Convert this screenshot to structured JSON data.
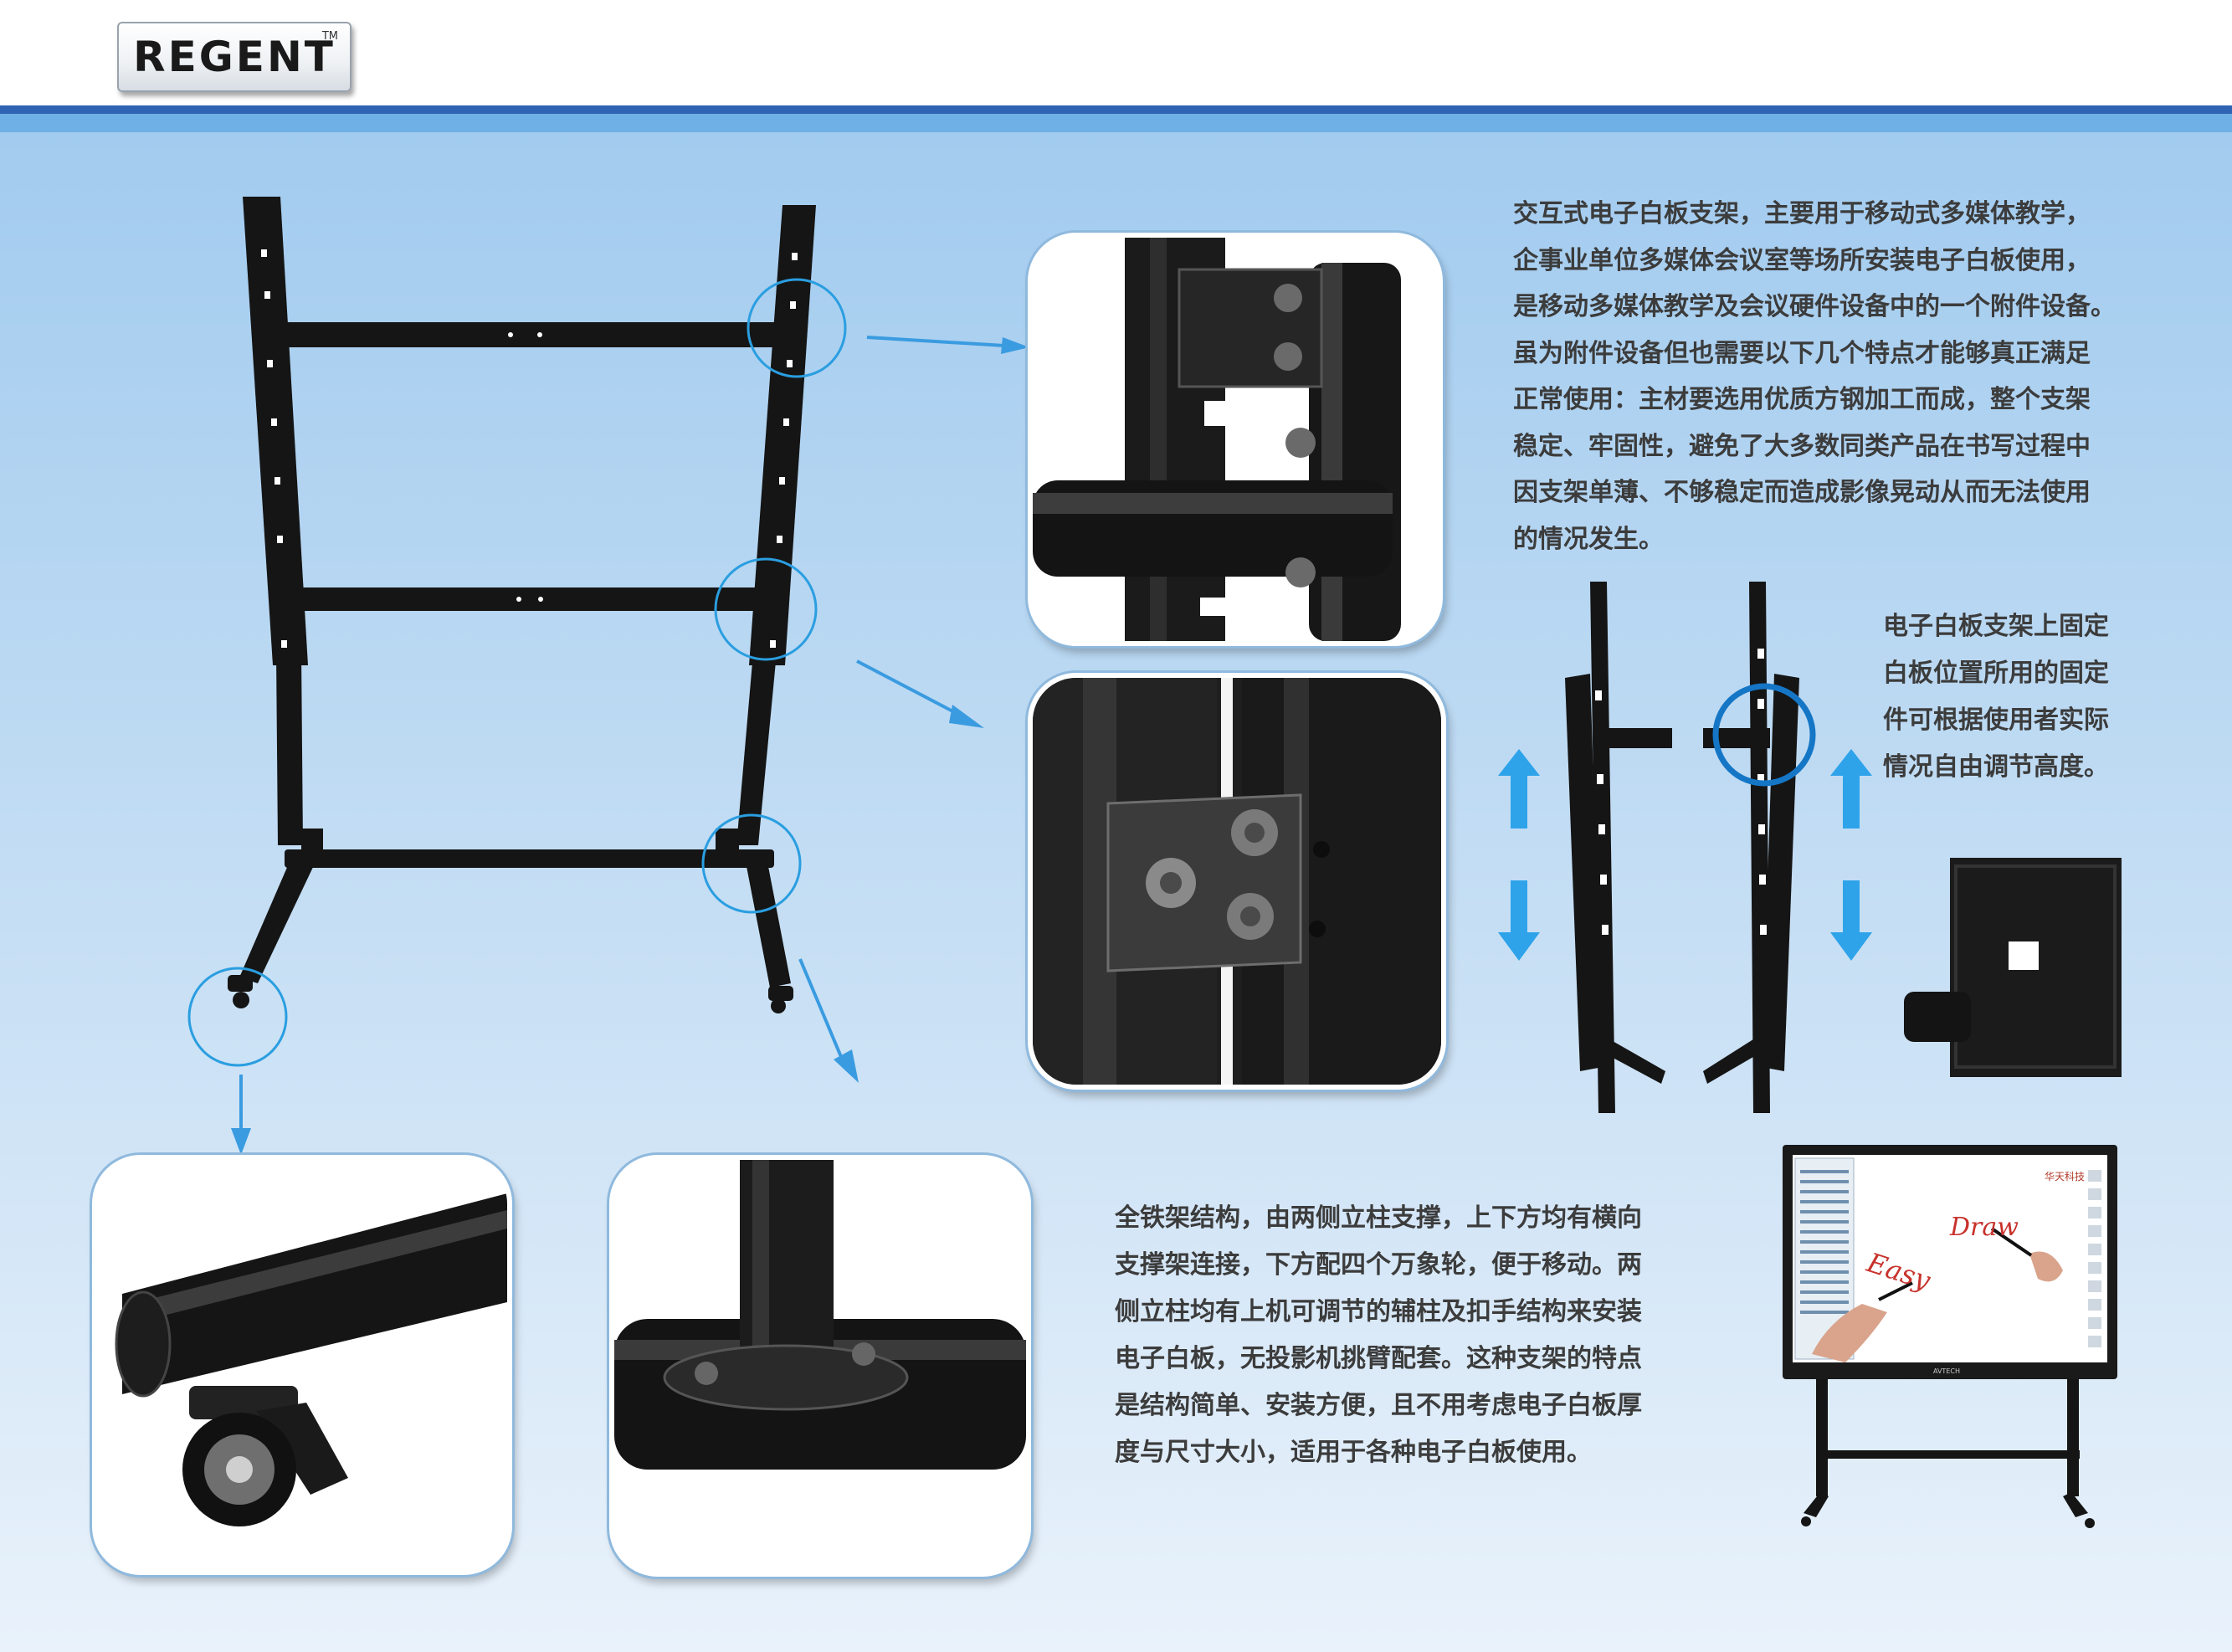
{
  "brand": {
    "logo_text": "REGENT",
    "trademark": "TM"
  },
  "description_main": {
    "lines": [
      "交互式电子白板支架，主要用于移动式多媒体教学，",
      "企事业单位多媒体会议室等场所安装电子白板使用，",
      "是移动多媒体教学及会议硬件设备中的一个附件设备。",
      "虽为附件设备但也需要以下几个特点才能够真正满足",
      "正常使用：主材要选用优质方钢加工而成，整个支架",
      "稳定、牢固性，避免了大多数同类产品在书写过程中",
      "因支架单薄、不够稳定而造成影像晃动从而无法使用",
      "的情况发生。"
    ]
  },
  "description_bracket": {
    "lines": [
      "电子白板支架上固定",
      "白板位置所用的固定",
      "件可根据使用者实际",
      "情况自由调节高度。"
    ]
  },
  "description_structure": {
    "lines": [
      "全铁架结构，由两侧立柱支撑，上下方均有横向",
      "支撑架连接，下方配四个万象轮，便于移动。两",
      "侧立柱均有上机可调节的辅柱及扣手结构来安装",
      "电子白板，无投影机挑臂配套。这种支架的特点",
      "是结构简单、安装方便，且不用考虑电子白板厚",
      "度与尺寸大小，适用于各种电子白板使用。"
    ]
  },
  "whiteboard_screen": {
    "word_draw": "Draw",
    "word_easy": "Easy",
    "brand_mark": "华天科技",
    "bezel_label": "AVTECH"
  },
  "colors": {
    "accent_blue": "#2a9ee0",
    "arrow_blue": "#3a9be0",
    "frame_black": "#151515",
    "header_line": "#2f63b4"
  }
}
